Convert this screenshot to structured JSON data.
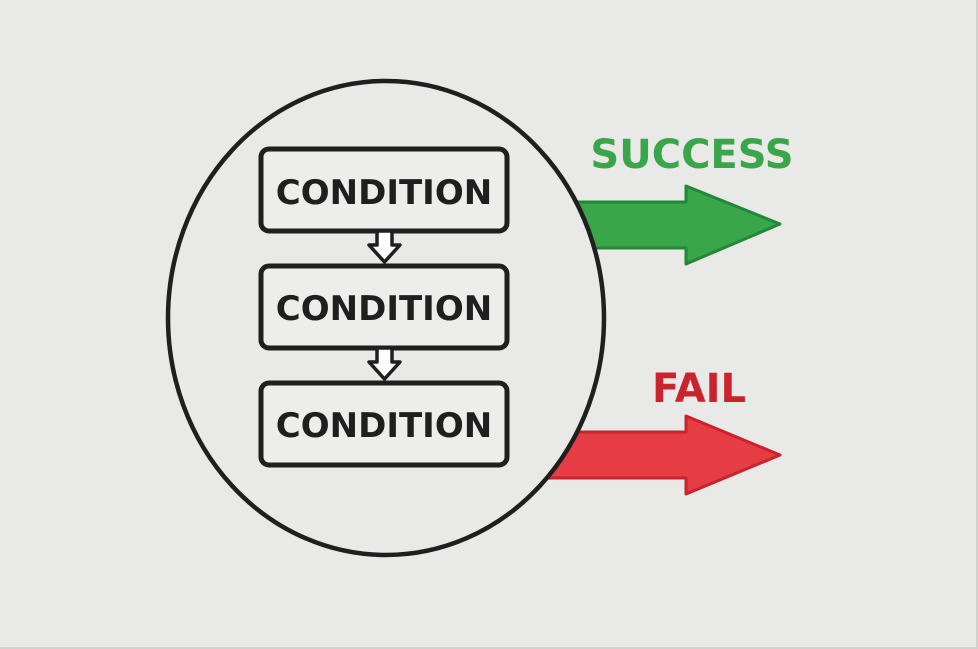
{
  "diagram": {
    "conditions": [
      {
        "label": "CONDITION"
      },
      {
        "label": "CONDITION"
      },
      {
        "label": "CONDITION"
      }
    ],
    "outcomes": {
      "success": {
        "label": "SUCCESS",
        "color": "#3aa64a",
        "stroke": "#23873a"
      },
      "fail": {
        "label": "FAIL",
        "color": "#e63c44",
        "stroke": "#c9242e"
      }
    },
    "colors": {
      "background": "#e9e9e7",
      "ink": "#1f1f1f"
    }
  }
}
